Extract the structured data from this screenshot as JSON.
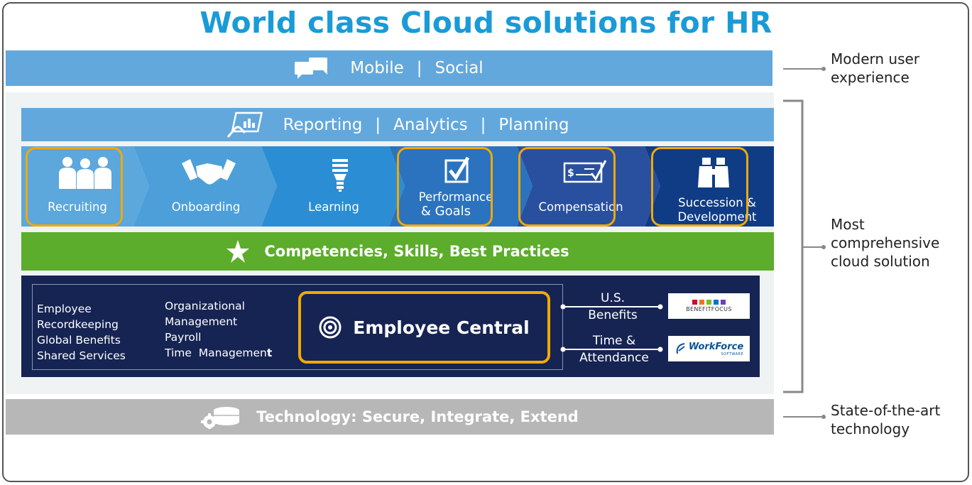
{
  "title": "World class Cloud solutions for HR",
  "mobile_bar": {
    "mobile": "Mobile",
    "separator": "|",
    "social": "Social",
    "icon": "chat-bubbles-icon"
  },
  "reporting_bar": {
    "reporting": "Reporting",
    "separator": "|",
    "analytics": "Analytics",
    "planning": "Planning",
    "icon": "analytics-tablet-icon"
  },
  "process_steps": [
    {
      "label": "Recruiting",
      "icon": "people-icon",
      "highlighted": true
    },
    {
      "label": "Onboarding",
      "icon": "handshake-icon",
      "highlighted": false
    },
    {
      "label": "Learning",
      "icon": "lightbulb-icon",
      "highlighted": false
    },
    {
      "label_line1": "Performance",
      "label_line2": "& Goals",
      "icon": "checkbox-icon",
      "highlighted": true
    },
    {
      "label": "Compensation",
      "icon": "check-payment-icon",
      "highlighted": true
    },
    {
      "label_line1": "Succession &",
      "label_line2": "Development",
      "icon": "binoculars-icon",
      "highlighted": true
    }
  ],
  "competencies_bar": {
    "label": "Competencies, Skills, Best Practices",
    "icon": "star-icon"
  },
  "employee_central": {
    "title": "Employee Central",
    "icon": "target-icon",
    "left_column": [
      "Employee",
      "Recordkeeping",
      "Global Benefits",
      "Shared Services"
    ],
    "right_column": [
      "Organizational",
      "Management",
      "Payroll",
      "Time  Managemen"
    ],
    "right_column_last_bold": "t",
    "integrations": [
      {
        "line1": "U.S.",
        "line2": "Benefits",
        "logo_text": "BENEFITFOCUS"
      },
      {
        "line1": "Time &",
        "line2": "Attendance",
        "logo_text": "WorkForce",
        "logo_subtext": "SOFTWARE"
      }
    ]
  },
  "technology_bar": {
    "label": "Technology:  Secure, Integrate, Extend",
    "icon": "gear-database-icon"
  },
  "side_labels": {
    "ux_line1": "Modern user",
    "ux_line2": "experience",
    "comp_line1": "Most",
    "comp_line2": "comprehensive",
    "comp_line3": "cloud solution",
    "tech_line1": "State-of-the-art",
    "tech_line2": "technology"
  },
  "colors": {
    "title": "#1a9bd7",
    "light_blue": "#62a8dc",
    "green": "#5cad2b",
    "navy": "#162453",
    "gray": "#b7b7b7",
    "highlight": "#f2a900",
    "step_colors": [
      "#5ca7dc",
      "#4d9fd9",
      "#2b8ed4",
      "#2b73bf",
      "#28509f",
      "#0f3c85"
    ]
  }
}
